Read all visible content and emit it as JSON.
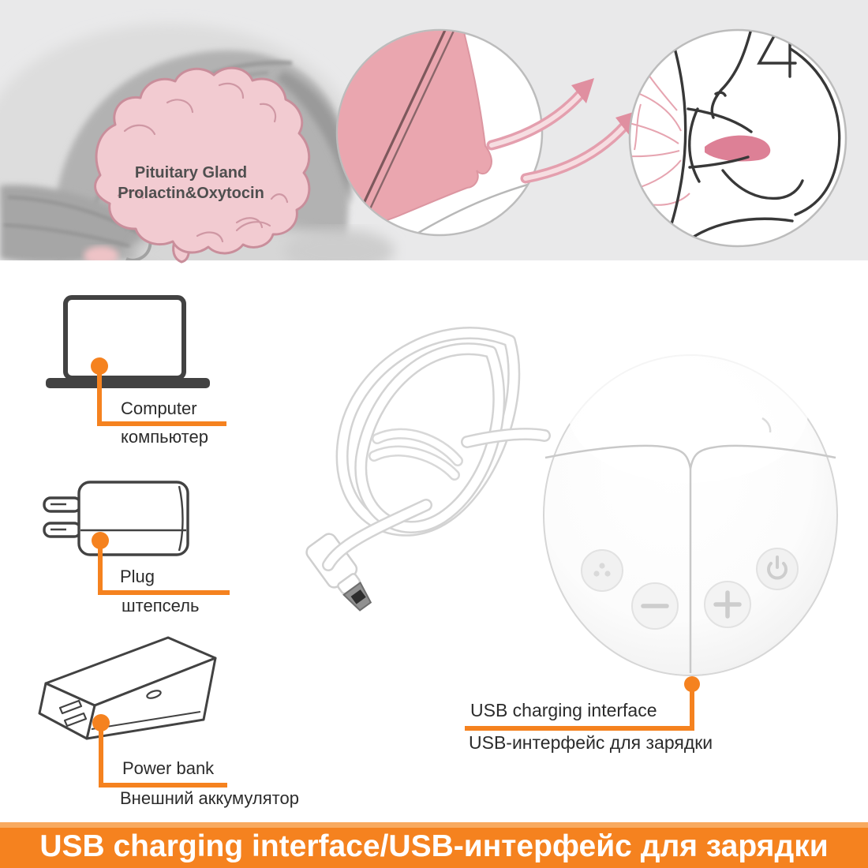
{
  "brain_overlay": {
    "line1": "Pituitary Gland",
    "line2": "Prolactin&Oxytocin"
  },
  "accessories": {
    "computer": {
      "en": "Computer",
      "ru": "компьютер"
    },
    "plug": {
      "en": "Plug",
      "ru": "штепсель"
    },
    "power_bank": {
      "en": "Power bank",
      "ru": "Внешний аккумулятор"
    }
  },
  "device_callout": {
    "en": "USB charging interface",
    "ru": "USB-интерфейс для зарядки"
  },
  "banner": {
    "text": "USB charging interface/USB-интерфейс для зарядки"
  },
  "device_buttons": [
    "massage-mode-button",
    "minus-button",
    "plus-button",
    "power-button"
  ],
  "colors": {
    "accent_orange": "#f5821f",
    "banner_bg": "#f5821f",
    "banner_text": "#ffffff",
    "top_band_gray": "#e9e9ea",
    "brain_pink": "#f2cbd1",
    "breast_pink": "#eaa6af",
    "arrow_pink": "#e49fae",
    "line_art_dark": "#383838",
    "icon_outline": "#424242"
  }
}
